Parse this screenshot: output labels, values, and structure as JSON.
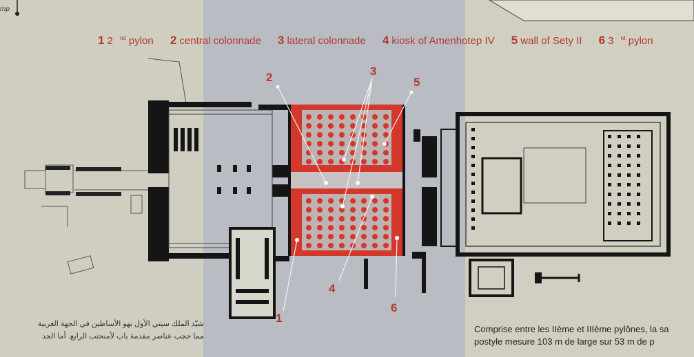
{
  "legend": {
    "items": [
      {
        "num": "1",
        "label": "2",
        "suffix": "nd",
        "after": " pylon"
      },
      {
        "num": "2",
        "label": "central colonnade"
      },
      {
        "num": "3",
        "label": "lateral colonnade"
      },
      {
        "num": "4",
        "label": "kiosk of Amenhotep IV"
      },
      {
        "num": "5",
        "label": "wall of Sety II"
      },
      {
        "num": "6",
        "label": "3",
        "suffix": "rd",
        "after": " pylon"
      }
    ]
  },
  "callouts": [
    "1",
    "2",
    "3",
    "4",
    "5",
    "6"
  ],
  "corner_note": "mp",
  "text_fr": {
    "line1": "Comprise entre les IIème et IIIème pylônes, la sa",
    "line2": "postyle mesure 103 m de large sur 53 m de p"
  },
  "text_ar": {
    "line1": "شيّد الملك سيتي الأول بهو الأساطين في الجهة الغربية",
    "line2": "مما حجب عناصر مقدمة باب لأمنحتب الرابع. أما الجد"
  },
  "colors": {
    "accent": "#b23a2e",
    "red_fill": "#d4372c",
    "wall": "#151515"
  }
}
